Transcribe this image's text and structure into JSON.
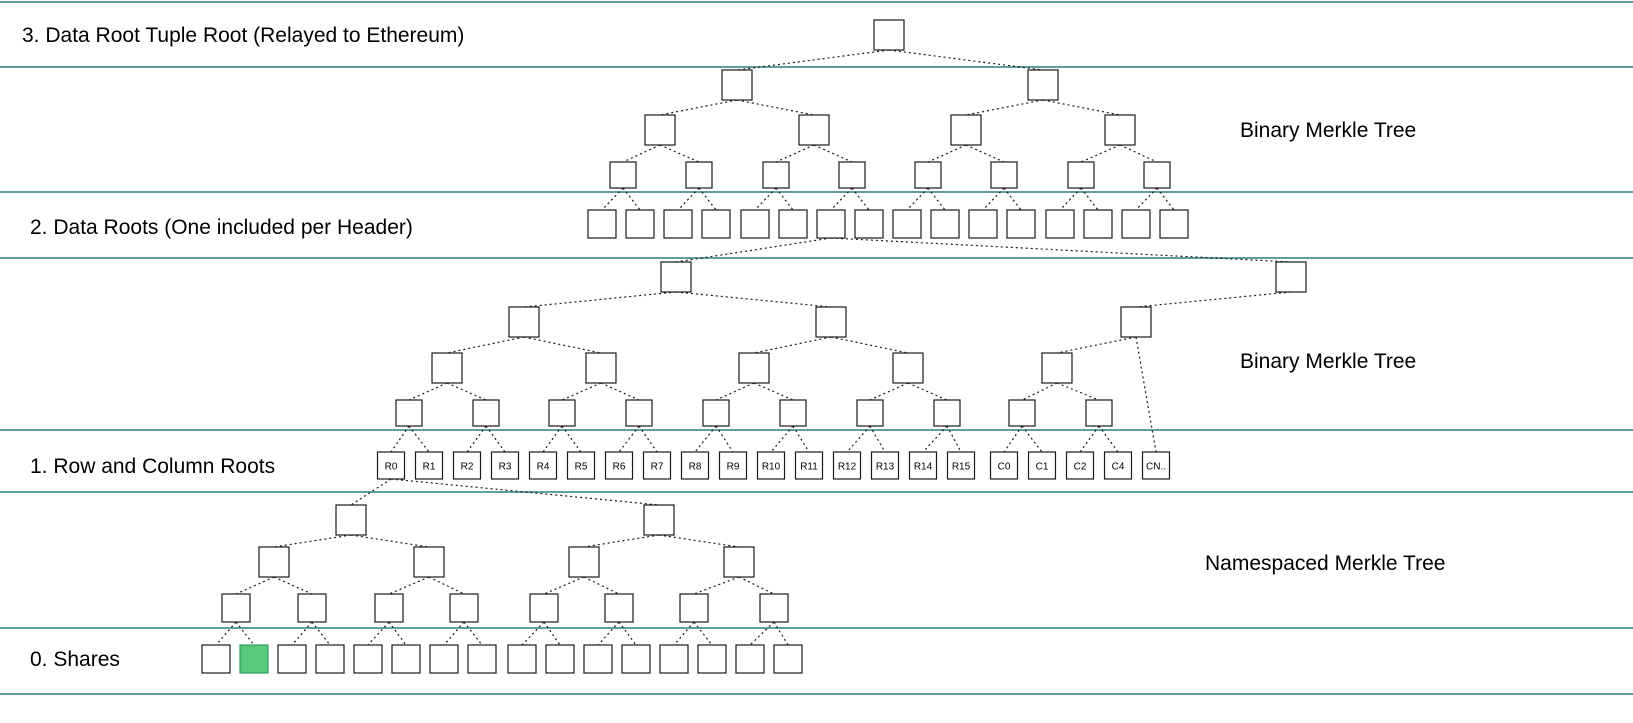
{
  "section_labels": {
    "tuple_root": "3. Data Root Tuple Root (Relayed to Ethereum)",
    "data_roots": "2. Data Roots (One included per Header)",
    "row_col_roots": "1. Row and Column Roots",
    "shares": "0. Shares"
  },
  "side_labels": {
    "binary_top": "Binary Merkle Tree",
    "binary_mid": "Binary Merkle Tree",
    "namespaced": "Namespaced Merkle Tree"
  },
  "row_col_roots": {
    "labels": [
      "R0",
      "R1",
      "R2",
      "R3",
      "R4",
      "R5",
      "R6",
      "R7",
      "R8",
      "R9",
      "R10",
      "R11",
      "R12",
      "R13",
      "R14",
      "R15",
      "C0",
      "C1",
      "C2",
      "C4",
      "CN.."
    ]
  },
  "counts": {
    "data_root_leaves": 16,
    "share_leaves": 16,
    "highlighted_share_index": 1
  },
  "colors": {
    "separator": "#5f9fa0",
    "box_border": "#1a1a1a",
    "box_fill": "#ffffff",
    "edge": "#1a1a1a",
    "highlight_fill": "#58c87c",
    "highlight_border": "#2f9e5f",
    "text": "#000000"
  }
}
